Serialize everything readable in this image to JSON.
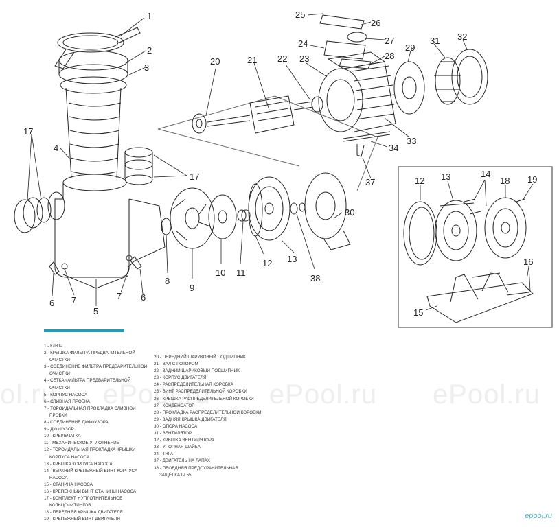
{
  "colors": {
    "accent": "#1f9db8",
    "line": "#222222",
    "watermark": "#eeeeee"
  },
  "callouts": {
    "c1": "1",
    "c2": "2",
    "c3": "3",
    "c4": "4",
    "c5": "5",
    "c6a": "6",
    "c6b": "6",
    "c7a": "7",
    "c7b": "7",
    "c8": "8",
    "c9": "9",
    "c10": "10",
    "c11": "11",
    "c12": "12",
    "c13": "13",
    "c17a": "17",
    "c17b": "17",
    "c20": "20",
    "c21": "21",
    "c22": "22",
    "c23": "23",
    "c24": "24",
    "c25": "25",
    "c26": "26",
    "c27": "27",
    "c28": "28",
    "c29": "29",
    "c30": "30",
    "c31": "31",
    "c32": "32",
    "c33": "33",
    "c34": "34",
    "c37": "37",
    "c38": "38"
  },
  "inset": {
    "c12": "12",
    "c13": "13",
    "c14": "14",
    "c15": "15",
    "c16": "16",
    "c18": "18",
    "c19": "19"
  },
  "legend_left": [
    "1 - КЛЮЧ",
    "2 - КРЫШКА ФИЛЬТРА ПРЕДВАРИТЕЛЬНОЙ",
    "ОЧИСТКИ",
    "3 - СОЕДИНЕНИЕ ФИЛЬТРА ПРЕДВАРИТЕЛЬНОЙ",
    "ОЧИСТКИ",
    "4 - СЕТКА ФИЛЬТРА ПРЕДВАРИТЕЛЬНОЙ",
    "ОЧИСТКИ",
    "5 - КОРПУС НАСОСА",
    "6 - СЛИВНАЯ ПРОБКА",
    "7 - ТОРОИДАЛЬНАЯ ПРОКЛАДКА СЛИВНОЙ",
    "ПРОБКИ",
    "8 - СОЕДИНЕНИЕ ДИФФУЗОРА",
    "9 - ДИФФУЗОР",
    "10 - КРЫЛЬЧАТКА",
    "11 - МЕХАНИЧЕСКОЕ УПЛОТНЕНИЕ",
    "12 - ТОРОИДАЛЬНАЯ ПРОКЛАДКА КРЫШКИ",
    "КОРПУСА НАСОСА",
    "13 - КРЫШКА КОРПУСА НАСОСА",
    "14 - ВЕРХНИЙ КРЕПЕЖНЫЙ ВИНТ КОРПУСА",
    "НАСОСА",
    "15 - СТАНИНА НАСОСА",
    "16 - КРЕПЕЖНЫЙ ВИНТ СТАНИНЫ НАСОСА",
    "17 - КОМПЛЕКТ + УПЛОТНИТЕЛЬНОЕ",
    "КОЛЬЦОФИТИНГОВ",
    "18 - ПЕРЕДНЯЯ КРЫШКА ДВИГАТЕЛЯ",
    "19 - КРЕПЕЖНЫЙ ВИНТ ДВИГАТЕЛЯ"
  ],
  "legend_right": [
    "20 - ПЕРЕДНИЙ ШАРИКОВЫЙ ПОДШИПНИК",
    "21 - ВАЛ С РОТОРОМ",
    "22 - ЗАДНИЙ ШАРИКОВЫЙ ПОДШИПНИК",
    "23 - КОРПУС ДВИГАТЕЛЯ",
    "24 - РАСПРЕДЕЛИТЕЛЬНАЯ КОРОБКА",
    "25 - ВИНТ РАСПРЕДЕЛИТЕЛЬНОЙ КОРОБКИ",
    "26 - КРЫШКА РАСПРЕДЕЛИТЕЛЬНОЙ КОРОБКИ",
    "27 - КОНДЕНСАТОР",
    "28 - ПРОКЛАДКА РАСПРЕДЕЛИТЕЛЬНОЙ КОРОБКИ",
    "29 - ЗАДНЯЯ КРЫШКА ДВИГАТЕЛЯ",
    "30 - ОПОРА НАСОСА",
    "31 - ВЕНТИЛЯТОР",
    "32 - КРЫШКА ВЕНТИЛЯТОРА",
    "33 - УПОРНАЯ ШАЙБА",
    "34 - ТЯГА",
    "37 - ДВИГАТЕЛЬ НА ЛАПАХ",
    "38 - ПЕОЕДНЯЯ ПРЕДОХРАНИТЕЛЬНАЯ",
    "ЗАЩЁЛКА IP 55"
  ],
  "watermarks": [
    "ol.ru",
    "ePool.ru",
    "ePool.ru",
    "ePool.ru"
  ],
  "site_mark": "epool.ru"
}
